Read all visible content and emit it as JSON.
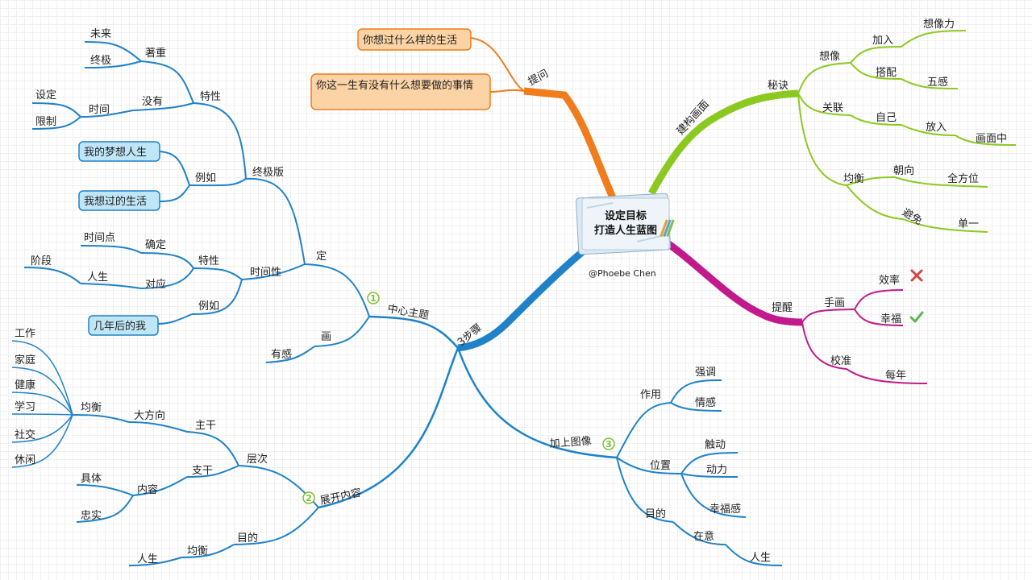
{
  "center": {
    "line1": "设定目标",
    "line2": "打造人生蓝图",
    "author": "@Phoebe Chen"
  },
  "colors": {
    "question": "#f07c1c",
    "build": "#8cc920",
    "remind": "#c21a8c",
    "steps": "#1f82c9",
    "box_question": "#fbd3a4",
    "box_example": "#bfe6f7",
    "number": "#7cc22f",
    "cross": "#d9443c",
    "check": "#58b84e"
  },
  "question": {
    "label": "提问",
    "q1": "你想过什么样的生活",
    "q2": "你这一生有没有什么想要做的事情"
  },
  "build": {
    "label": "建构画面",
    "secret": "秘诀",
    "imagine": "想像",
    "join": "加入",
    "imagination": "想像力",
    "match": "搭配",
    "five_senses": "五感",
    "relate": "关联",
    "self": "自己",
    "put_in": "放入",
    "in_picture": "画面中",
    "balance": "均衡",
    "toward": "朝向",
    "all_direction": "全方位",
    "avoid": "避免",
    "single": "单一"
  },
  "remind": {
    "label": "提醒",
    "hand_draw": "手画",
    "efficiency": "效率",
    "happiness": "幸福",
    "calibrate": "校准",
    "yearly": "每年",
    "cross_icon": "cross-icon",
    "check_icon": "check-icon"
  },
  "steps": {
    "label": "3步骤",
    "topic": {
      "num": "1",
      "label": "中心主题",
      "ding": "定",
      "ultimate": "终极版",
      "trait": "特性",
      "focus": "著重",
      "future": "未来",
      "final": "终极",
      "without": "没有",
      "time": "时间",
      "set": "设定",
      "limit": "限制",
      "example": "例如",
      "dream": "我的梦想人生",
      "wish_life": "我想过的生活",
      "timeliness": "时间性",
      "trait2": "特性",
      "confirm": "确定",
      "timepoint": "时间点",
      "correspond": "对应",
      "life": "人生",
      "stage": "阶段",
      "example2": "例如",
      "years_later": "几年后的我",
      "draw": "画",
      "feeling": "有感"
    },
    "expand": {
      "num": "2",
      "label": "展开内容",
      "level": "层次",
      "trunk": "主干",
      "direction": "大方向",
      "balance": "均衡",
      "work": "工作",
      "family": "家庭",
      "health": "健康",
      "study": "学习",
      "social": "社交",
      "leisure": "休闲",
      "branch": "支干",
      "content": "内容",
      "concrete": "具体",
      "honest": "忠实",
      "goal": "目的",
      "balance2": "均衡",
      "life": "人生"
    },
    "image": {
      "num": "3",
      "label": "加上图像",
      "effect": "作用",
      "emphasize": "强调",
      "emotion": "情感",
      "position": "位置",
      "touch": "触动",
      "motive": "动力",
      "happiness": "幸福感",
      "goal": "目的",
      "care": "在意",
      "life": "人生"
    }
  }
}
